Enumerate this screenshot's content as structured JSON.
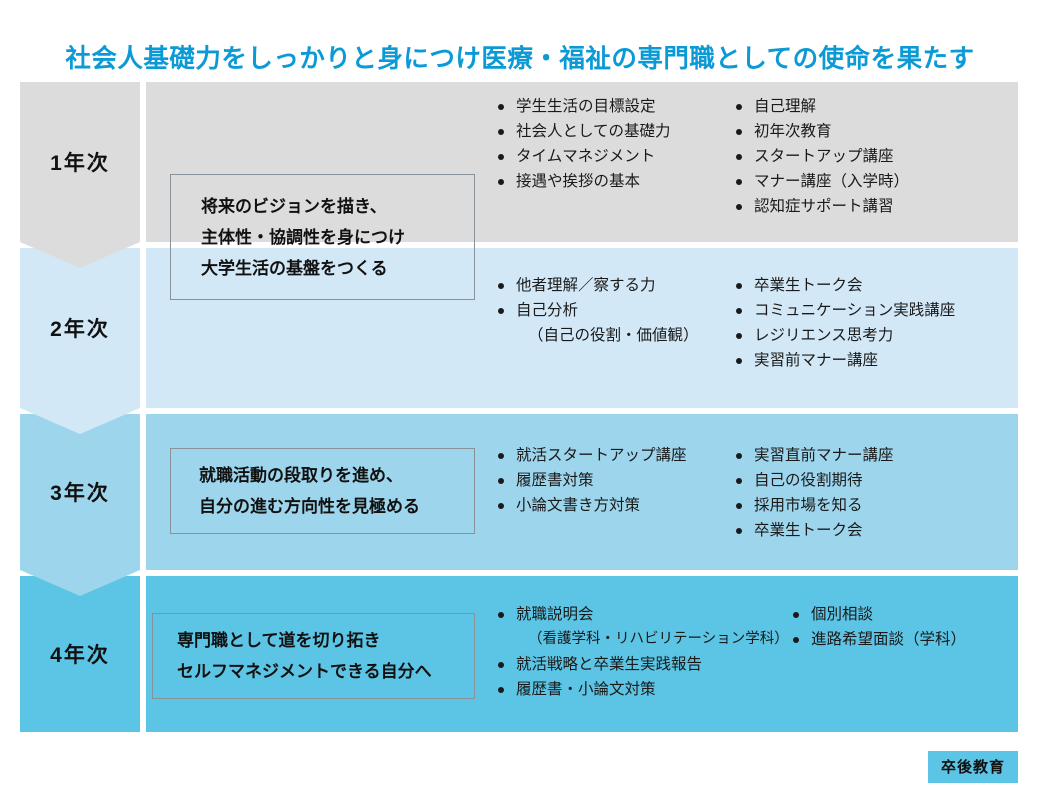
{
  "title": "社会人基礎力をしっかりと身につけ医療・福祉の専門職としての使命を果たす",
  "theme": {
    "title_color": "#0c9ad6",
    "year1_color": "#dcdcdc",
    "year2_color": "#d3e8f7",
    "year3_color": "#9dd5ec",
    "year4_color": "#5cc4e4",
    "badge_color": "#5cc4e4",
    "text_color": "#111111",
    "box_border_color": "#8a9299"
  },
  "years": [
    {
      "label": "1年次",
      "color": "#dcdcdc",
      "columns": [
        {
          "items": [
            {
              "text": "学生生活の目標設定",
              "sub": false
            },
            {
              "text": "社会人としての基礎力",
              "sub": false
            },
            {
              "text": "タイムマネジメント",
              "sub": false
            },
            {
              "text": "接遇や挨拶の基本",
              "sub": false
            }
          ]
        },
        {
          "items": [
            {
              "text": "自己理解",
              "sub": false
            },
            {
              "text": "初年次教育",
              "sub": false
            },
            {
              "text": "スタートアップ講座",
              "sub": false
            },
            {
              "text": "マナー講座（入学時）",
              "sub": false
            },
            {
              "text": "認知症サポート講習",
              "sub": false
            }
          ]
        }
      ]
    },
    {
      "label": "2年次",
      "color": "#d3e8f7",
      "columns": [
        {
          "items": [
            {
              "text": "他者理解／察する力",
              "sub": false
            },
            {
              "text": "自己分析",
              "sub": false
            },
            {
              "text": "（自己の役割・価値観）",
              "sub": true
            }
          ]
        },
        {
          "items": [
            {
              "text": "卒業生トーク会",
              "sub": false
            },
            {
              "text": "コミュニケーション実践講座",
              "sub": false
            },
            {
              "text": "レジリエンス思考力",
              "sub": false
            },
            {
              "text": "実習前マナー講座",
              "sub": false
            }
          ]
        }
      ]
    },
    {
      "label": "3年次",
      "color": "#9dd5ec",
      "columns": [
        {
          "items": [
            {
              "text": "就活スタートアップ講座",
              "sub": false
            },
            {
              "text": "履歴書対策",
              "sub": false
            },
            {
              "text": "小論文書き方対策",
              "sub": false
            }
          ]
        },
        {
          "items": [
            {
              "text": "実習直前マナー講座",
              "sub": false
            },
            {
              "text": "自己の役割期待",
              "sub": false
            },
            {
              "text": "採用市場を知る",
              "sub": false
            },
            {
              "text": "卒業生トーク会",
              "sub": false
            }
          ]
        }
      ]
    },
    {
      "label": "4年次",
      "color": "#5cc4e4",
      "columns": [
        {
          "items": [
            {
              "text": "就職説明会",
              "sub": false
            },
            {
              "text": "（看護学科・リハビリテーション学科）",
              "sub": true
            },
            {
              "text": "就活戦略と卒業生実践報告",
              "sub": false
            },
            {
              "text": "履歴書・小論文対策",
              "sub": false
            }
          ]
        },
        {
          "items": [
            {
              "text": "個別相談",
              "sub": false
            },
            {
              "text": "進路希望面談（学科）",
              "sub": false
            }
          ]
        }
      ]
    }
  ],
  "mission_boxes": [
    {
      "name": "vision-box-year1-2",
      "lines": [
        "将来のビジョンを描き、",
        "主体性・協調性を身につけ",
        "大学生活の基盤をつくる"
      ]
    },
    {
      "name": "vision-box-year3",
      "lines": [
        "就職活動の段取りを進め、",
        "自分の進む方向性を見極める"
      ]
    },
    {
      "name": "vision-box-year4",
      "lines": [
        "専門職として道を切り拓き",
        "セルフマネジメントできる自分へ"
      ]
    }
  ],
  "footer_badge": "卒後教育"
}
